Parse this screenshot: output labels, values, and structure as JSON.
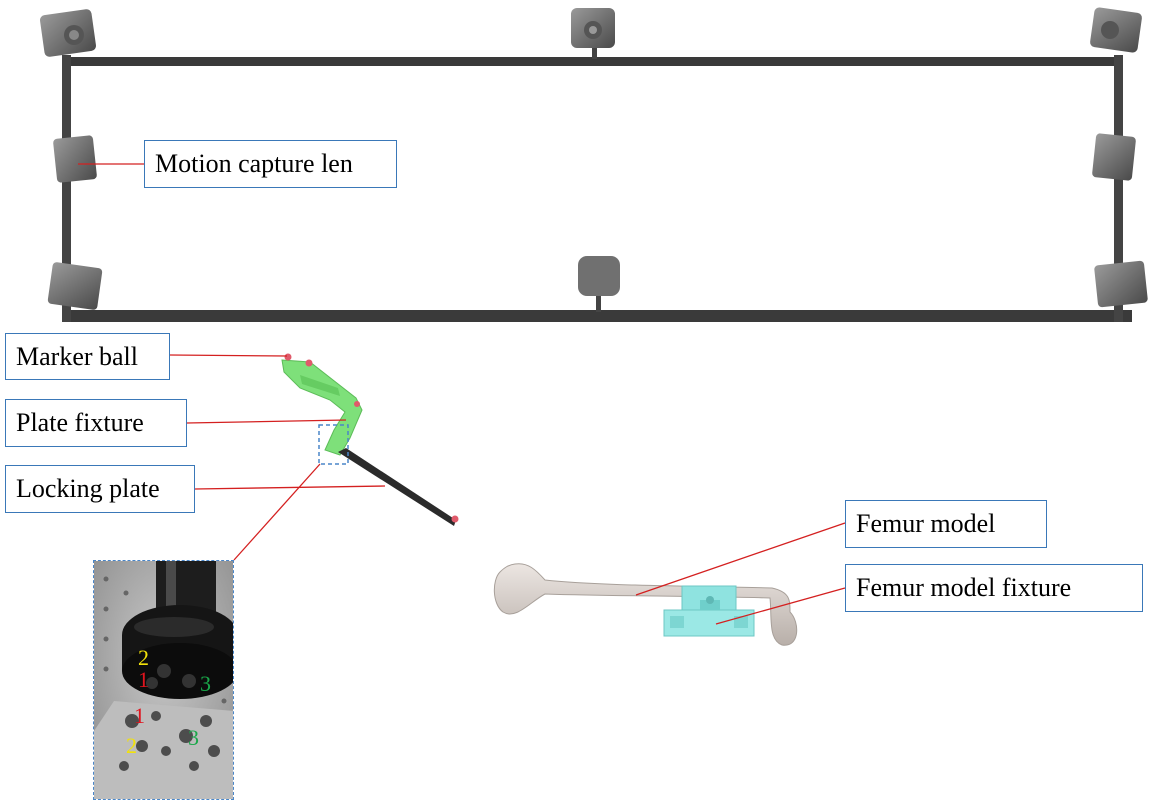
{
  "labels": {
    "motion_capture_len": "Motion capture len",
    "marker_ball": "Marker ball",
    "plate_fixture": "Plate fixture",
    "locking_plate": "Locking plate",
    "femur_model": "Femur model",
    "femur_model_fixture": "Femur model fixture"
  },
  "inset_numbers": {
    "top_2": "2",
    "top_1": "1",
    "top_3": "3",
    "bottom_1": "1",
    "bottom_2": "2",
    "bottom_3": "3"
  },
  "colors": {
    "label_border": "#3a78b8",
    "leader_line": "#d42020",
    "frame": "#3a3a3a",
    "camera": "#6a6a6a",
    "fixture_green": "#7ee07a",
    "locking_plate": "#2b2b2b",
    "femur": "#d9d3cf",
    "femur_fixture": "#8fe3e0",
    "num_red": "#e0141e",
    "num_yellow": "#f2e20a",
    "num_green": "#1aa84a"
  }
}
